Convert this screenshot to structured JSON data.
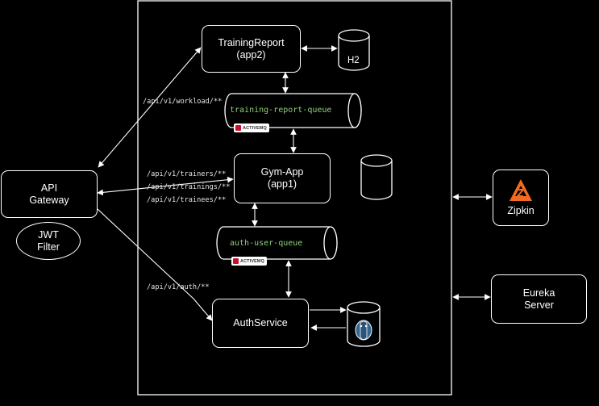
{
  "nodes": {
    "training_report": {
      "line1": "TrainingReport",
      "line2": "(app2)"
    },
    "gym_app": {
      "line1": "Gym-App",
      "line2": "(app1)"
    },
    "auth_service": {
      "line1": "AuthService"
    },
    "api_gateway": {
      "line1": "API",
      "line2": "Gateway"
    },
    "jwt_filter": {
      "line1": "JWT",
      "line2": "Filter"
    },
    "zipkin": {
      "label": "Zipkin"
    },
    "eureka": {
      "line1": "Eureka",
      "line2": "Server"
    }
  },
  "databases": {
    "h2": {
      "label": "H2"
    }
  },
  "queues": {
    "training_report_queue": {
      "label": "training-report-queue",
      "badge": "ACTIVEMQ"
    },
    "auth_user_queue": {
      "label": "auth-user-queue",
      "badge": "ACTIVEMQ"
    }
  },
  "routes": {
    "workload": "/api/v1/workload/**",
    "trainers": "/api/v1/trainers/**",
    "trainings": "/api/v1/trainings/**",
    "trainees": "/api/v1/trainees/**",
    "auth": "/api/v1/auth/**"
  },
  "colors": {
    "background": "#000000",
    "stroke": "#ffffff",
    "queue_text": "#8fd07a",
    "zipkin_orange": "#f26b21",
    "postgres_blue": "#336791",
    "activemq_red": "#c8102e"
  },
  "icons": {
    "zipkin": "zipkin-logo-icon",
    "postgres": "postgresql-elephant-icon",
    "activemq": "activemq-logo-icon"
  }
}
